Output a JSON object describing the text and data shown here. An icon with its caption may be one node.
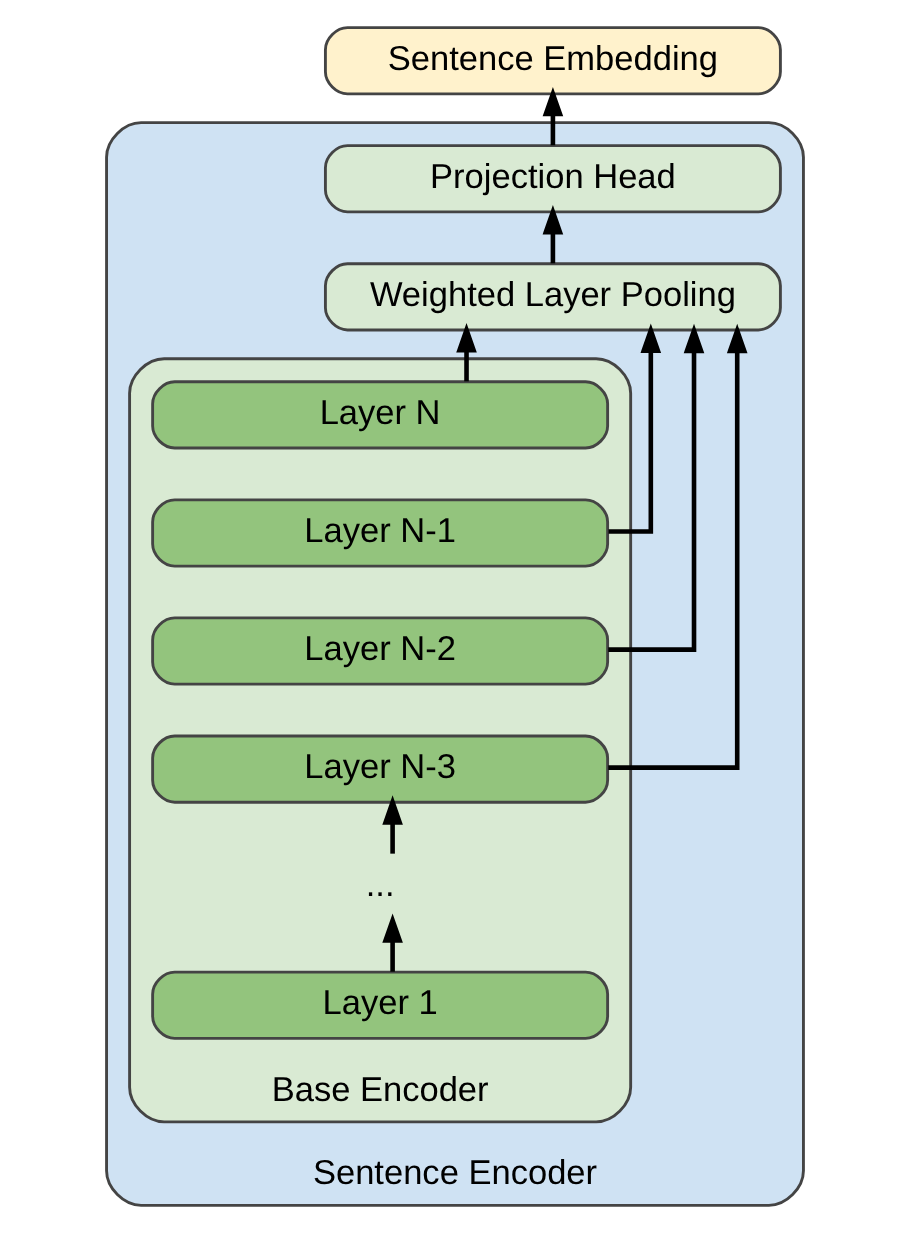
{
  "diagram": {
    "nodes": [
      {
        "text": [
          "Sentence Embedding"
        ]
      },
      {
        "text": [
          "Sentence Encoder"
        ]
      },
      {
        "text": [
          "Projection Head"
        ],
        "in": 1
      },
      {
        "text": [
          "Weighted Layer Pooling"
        ],
        "in": 1
      },
      {
        "text": [
          "Base Encoder"
        ],
        "in": 1
      },
      {
        "text": [
          "Layer N"
        ],
        "in": 4
      },
      {
        "text": [
          "Layer N-1"
        ],
        "in": 4
      },
      {
        "text": [
          "Layer N-2"
        ],
        "in": 4
      },
      {
        "text": [
          "Layer N-3"
        ],
        "in": 4
      },
      {
        "text": [
          "..."
        ],
        "in": 4
      },
      {
        "text": [
          "Layer 1"
        ],
        "in": 4
      }
    ],
    "edges": [
      {
        "from": 2,
        "to": 0,
        "arrow": "to"
      },
      {
        "from": 3,
        "to": 2,
        "arrow": "to"
      },
      {
        "from": 5,
        "to": 3,
        "arrow": "to"
      },
      {
        "from": 6,
        "to": 3,
        "arrow": "to"
      },
      {
        "from": 7,
        "to": 3,
        "arrow": "to"
      },
      {
        "from": 8,
        "to": 3,
        "arrow": "to"
      },
      {
        "from": 10,
        "to": 9,
        "arrow": "to"
      },
      {
        "from": 9,
        "to": 8,
        "arrow": "to"
      }
    ]
  }
}
